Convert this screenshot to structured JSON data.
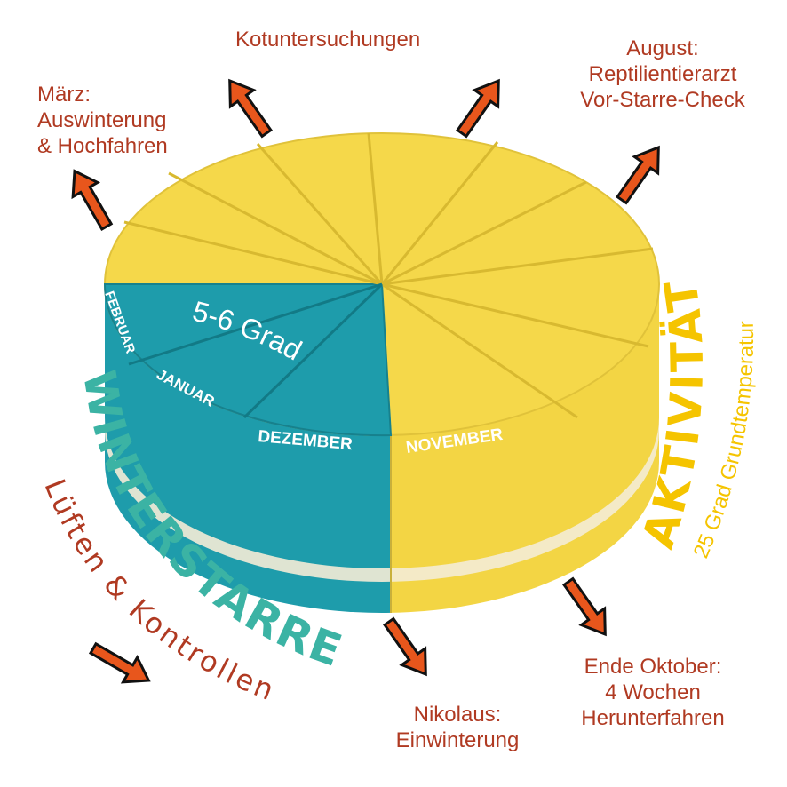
{
  "annotations": {
    "top": "Kotuntersuchungen",
    "march": [
      "März:",
      "Auswinterung",
      "& Hochfahren"
    ],
    "august": [
      "August:",
      "Reptilientierarzt",
      "Vor-Starre-Check"
    ],
    "october": [
      "Ende Oktober:",
      "4 Wochen",
      "Herunterfahren"
    ],
    "nikolaus": [
      "Nikolaus:",
      "Einwinterung"
    ]
  },
  "months": {
    "february": "FEBRUAR",
    "january": "JANUAR",
    "december": "DEZEMBER",
    "november": "NOVEMBER"
  },
  "hibernation": {
    "title": "WINTERSTARRE",
    "subtitle": "Lüften & Kontrollen",
    "temperature": "5-6 Grad"
  },
  "activity": {
    "title": "AKTIVITÄT",
    "subtitle": "25 Grad Grundtemperatur"
  },
  "colors": {
    "teal": "#1e9cab",
    "yellow": "#f3d544",
    "label_red": "#b03a22",
    "title_teal": "#3bb3a4",
    "title_yellow": "#f5c400",
    "arrow": "#e8561c"
  }
}
